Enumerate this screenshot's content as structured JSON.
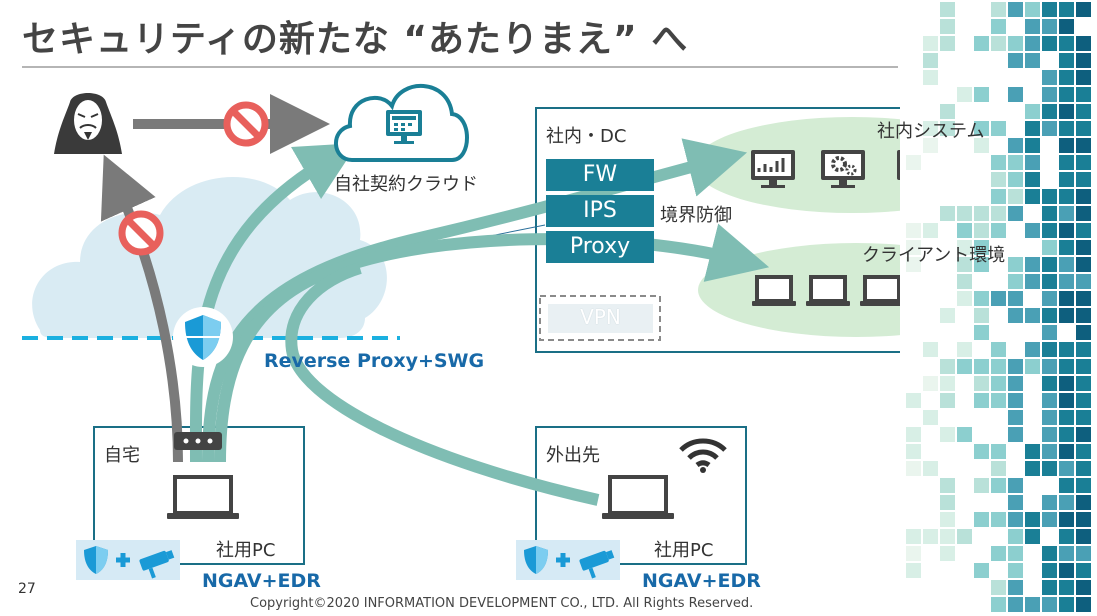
{
  "title": "セキュリティの新たな “あたりまえ” へ",
  "cloud_label": "自社契約クラウド",
  "dc": {
    "label": "社内・DC",
    "fw": "FW",
    "ips": "IPS",
    "proxy": "Proxy",
    "perimeter_label": "境界防御",
    "vpn": "VPN",
    "internal_system_label": "社内システム",
    "client_env_label": "クライアント環境"
  },
  "proxy_label": "Reverse Proxy+SWG",
  "home": {
    "label": "自宅",
    "pc_label": "社用PC",
    "protect_label": "NGAV+EDR"
  },
  "offsite": {
    "label": "外出先",
    "pc_label": "社用PC",
    "protect_label": "NGAV+EDR"
  },
  "page_number": "27",
  "copyright": "Copyright©2020 INFORMATION DEVELOPMENT CO., LTD. All Rights Reserved.",
  "colors": {
    "teal_primary": "#1a7f96",
    "arrow_teal": "#7fbdb3",
    "arrow_gray": "#7a7a7a",
    "prohibit_red": "#e8605c",
    "ellipse_green": "#d4ecd4",
    "cloud_blue": "#d9ebf3",
    "label_blue": "#1869a8"
  },
  "icons": [
    "hacker-icon",
    "prohibit-icon",
    "cloud-icon",
    "calendar-monitor-icon",
    "chart-monitor-icon",
    "gear-monitor-icon",
    "laptop-icon",
    "shield-icon",
    "wifi-icon",
    "camera-icon",
    "router-icon"
  ]
}
